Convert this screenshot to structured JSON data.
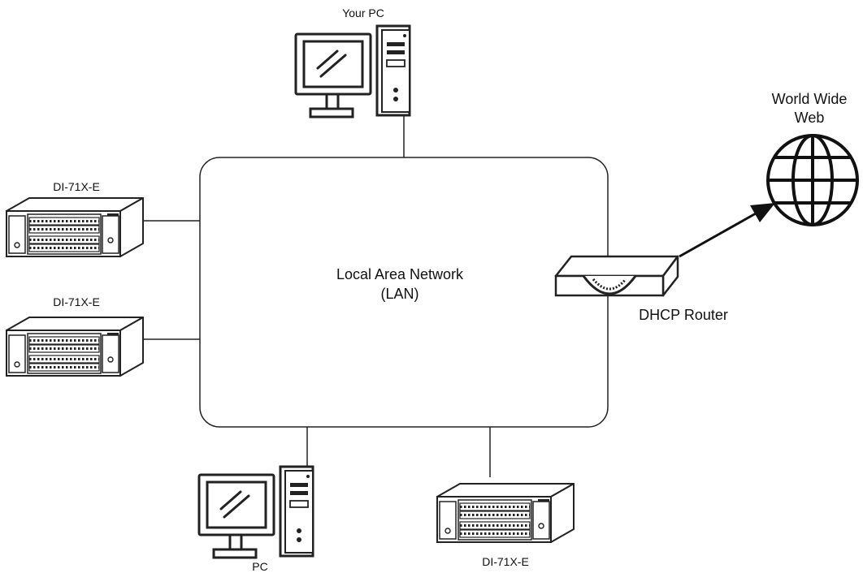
{
  "network": {
    "title_line1": "Local Area Network",
    "title_line2": "(LAN)"
  },
  "nodes": {
    "your_pc": "Your PC",
    "pc": "PC",
    "device_1": "DI-71X-E",
    "device_2": "DI-71X-E",
    "device_3": "DI-71X-E",
    "router": "DHCP Router",
    "internet_line1": "World Wide",
    "internet_line2": "Web"
  }
}
